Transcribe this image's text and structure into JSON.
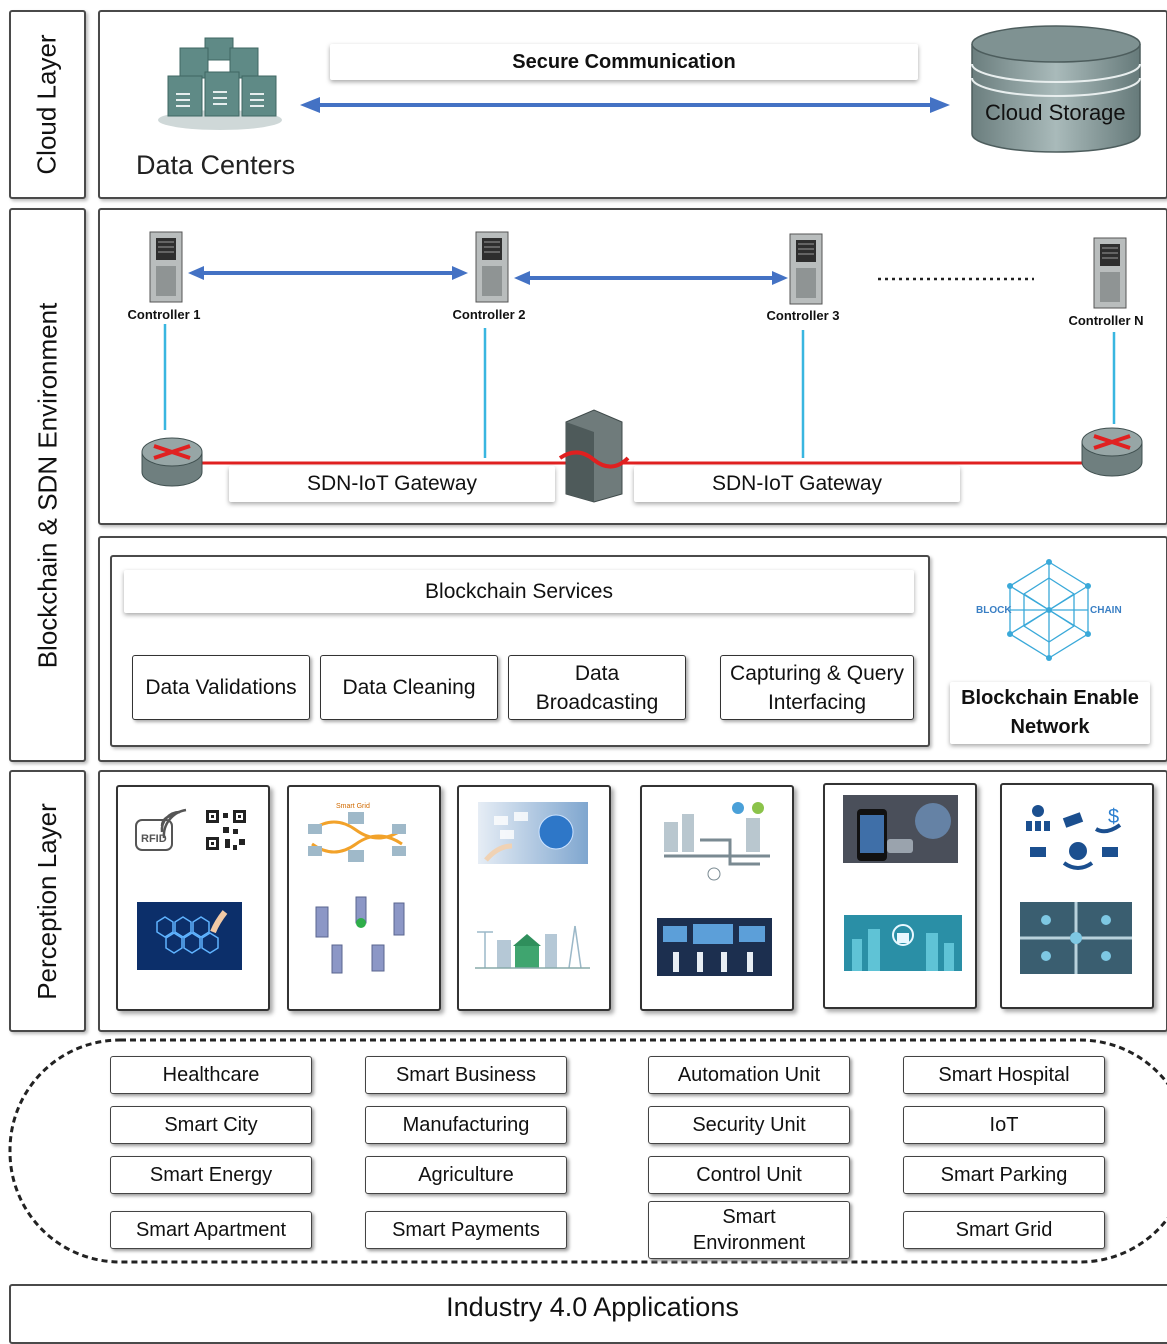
{
  "side_labels": {
    "cloud": "Cloud Layer",
    "blockchain_sdn": "Blockchain & SDN Environment",
    "perception": "Perception Layer"
  },
  "cloud": {
    "secure_communication": "Secure Communication",
    "data_centers": "Data Centers",
    "cloud_storage": "Cloud Storage"
  },
  "sdn": {
    "controllers": [
      "Controller 1",
      "Controller 2",
      "Controller 3",
      "Controller N"
    ],
    "gateways": [
      "SDN-IoT Gateway",
      "SDN-IoT Gateway"
    ]
  },
  "blockchain": {
    "services_title": "Blockchain Services",
    "services": [
      "Data Validations",
      "Data Cleaning",
      "Data\nBroadcasting",
      "Capturing & Query\nInterfacing"
    ],
    "network_label": "Blockchain Enable\nNetwork",
    "logo_left": "BLOCK",
    "logo_right": "CHAIN"
  },
  "perception": {
    "rfid_tag": "RFID",
    "smart_grid_tag": "Smart Grid"
  },
  "applications": {
    "columns": [
      [
        "Healthcare",
        "Smart City",
        "Smart Energy",
        "Smart Apartment"
      ],
      [
        "Smart Business",
        "Manufacturing",
        "Agriculture",
        "Smart Payments"
      ],
      [
        "Automation Unit",
        "Security Unit",
        "Control Unit",
        "Smart\nEnvironment"
      ],
      [
        "Smart Hospital",
        "IoT",
        "Smart Parking",
        "Smart Grid"
      ]
    ]
  },
  "footer": "Industry 4.0 Applications",
  "colors": {
    "link_blue": "#4472c4",
    "vertical_cyan": "#39b6e0",
    "gateway_red": "#e02020",
    "border": "#4a4a4a"
  }
}
